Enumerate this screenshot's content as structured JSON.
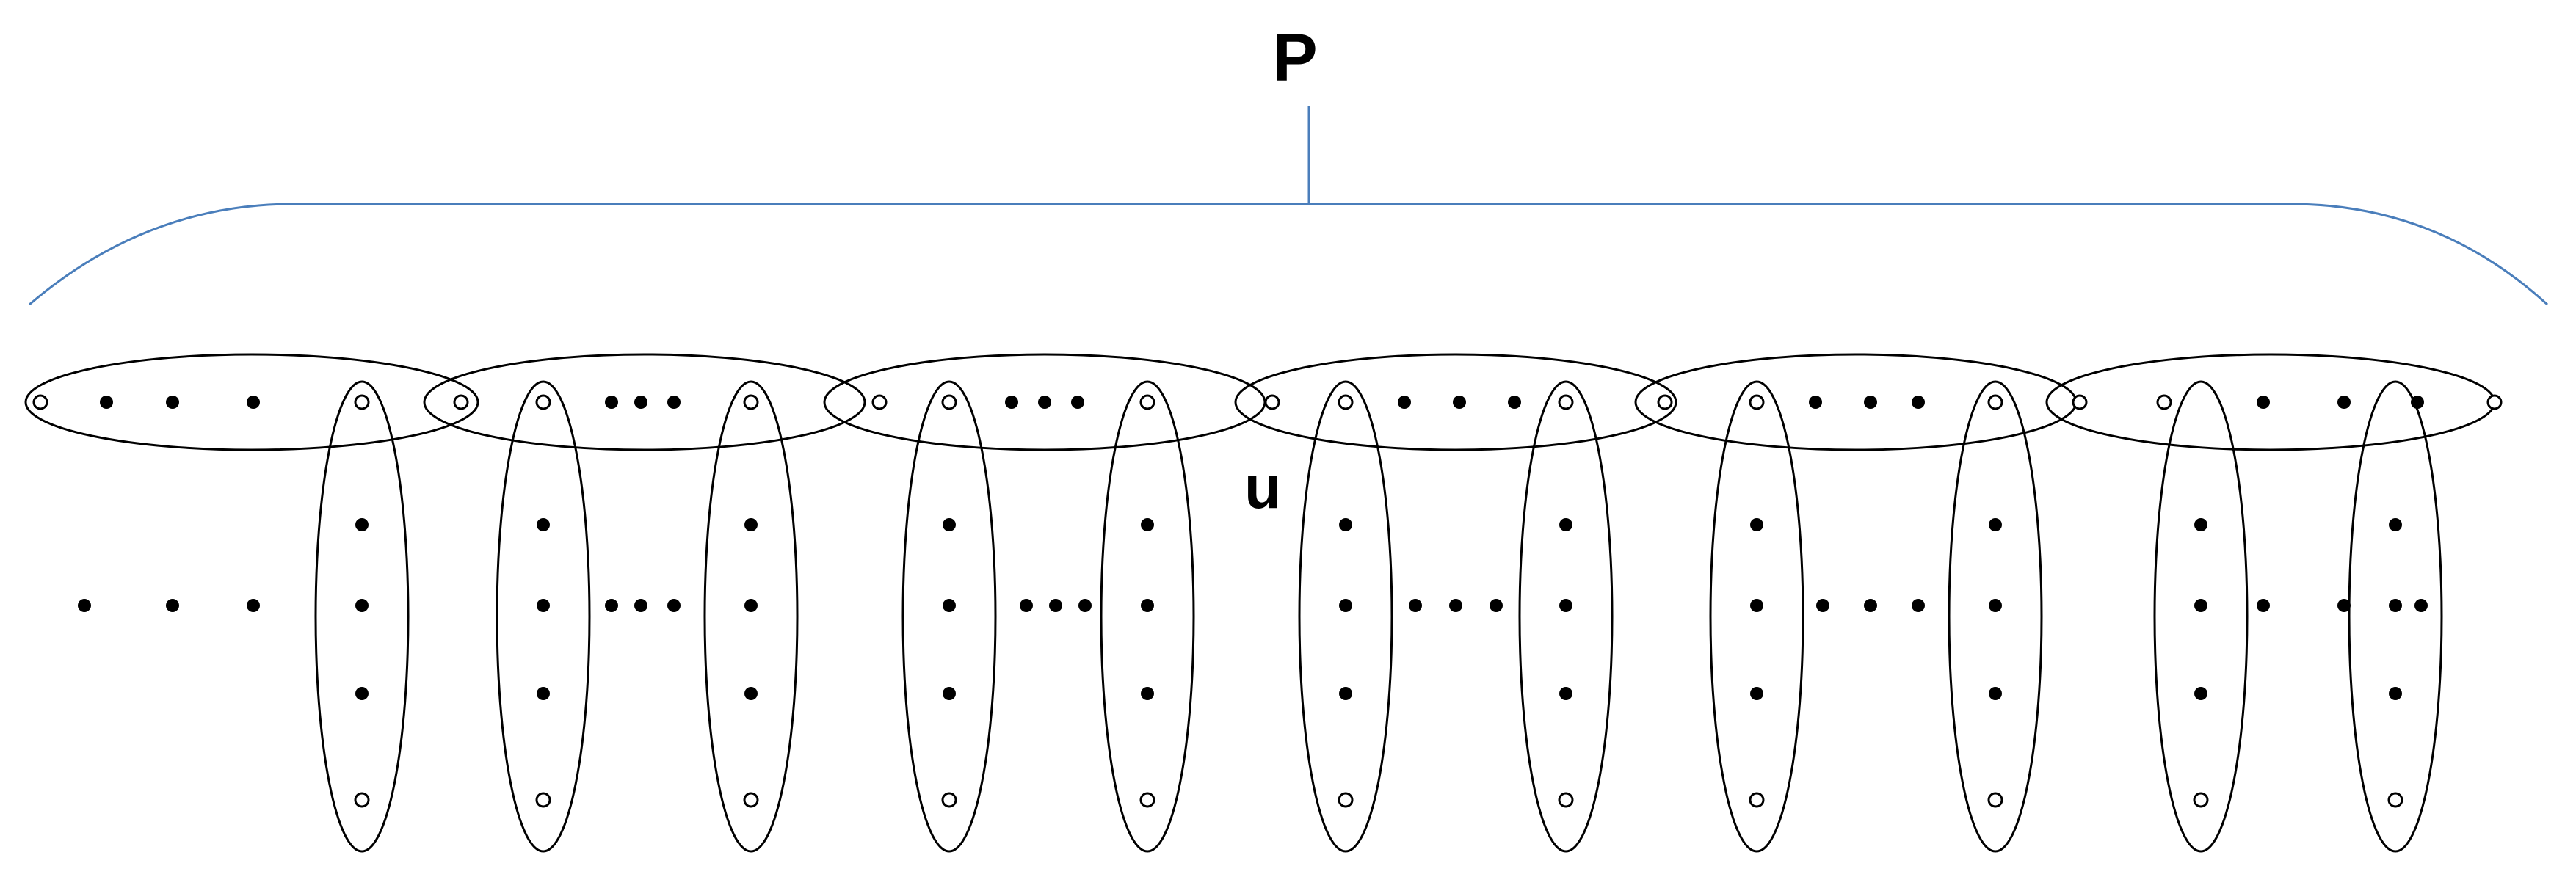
{
  "labels": {
    "path_label": "P",
    "vertex_label": "u"
  },
  "colors": {
    "brace": "#4a7ebb",
    "edge": "#000000",
    "vertex": "#000000",
    "background": "#ffffff"
  },
  "notation": {
    "ellipsis": "dots"
  }
}
